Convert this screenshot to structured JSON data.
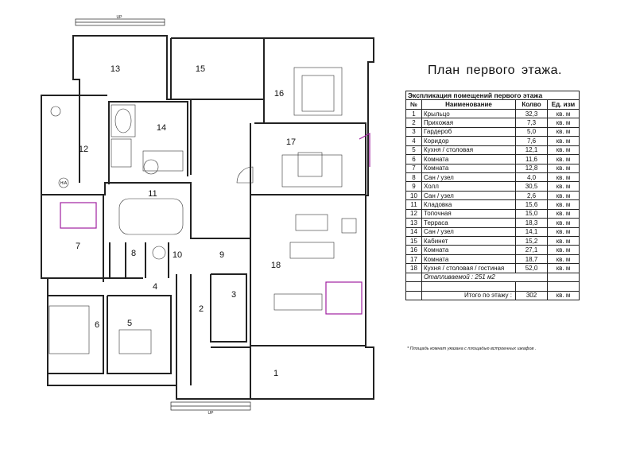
{
  "title": "План  первого  этажа.",
  "table": {
    "caption": "Экспликация помещений первого этажа",
    "headers": [
      "№",
      "Наименование",
      "Колво",
      "Ед. изм"
    ],
    "rows": [
      [
        "1",
        "Крыльцо",
        "32,3",
        "кв. м"
      ],
      [
        "2",
        "Прихожая",
        "7,3",
        "кв. м"
      ],
      [
        "3",
        "Гардероб",
        "5,0",
        "кв. м"
      ],
      [
        "4",
        "Коридор",
        "7,6",
        "кв. м"
      ],
      [
        "5",
        "Кухня / столовая",
        "12,1",
        "кв. м"
      ],
      [
        "6",
        "Комната",
        "11,6",
        "кв. м"
      ],
      [
        "7",
        "Комната",
        "12,8",
        "кв. м"
      ],
      [
        "8",
        "Сан / узел",
        "4,0",
        "кв. м"
      ],
      [
        "9",
        "Холл",
        "30,5",
        "кв. м"
      ],
      [
        "10",
        "Сан / узел",
        "2,6",
        "кв. м"
      ],
      [
        "11",
        "Кладовка",
        "15,6",
        "кв. м"
      ],
      [
        "12",
        "Топочная",
        "15,0",
        "кв. м"
      ],
      [
        "13",
        "Терраса",
        "18,3",
        "кв. м"
      ],
      [
        "14",
        "Сан / узел",
        "14,1",
        "кв. м"
      ],
      [
        "15",
        "Кабинет",
        "15,2",
        "кв. м"
      ],
      [
        "16",
        "Комната",
        "27,1",
        "кв. м"
      ],
      [
        "17",
        "Комната",
        "18,7",
        "кв. м"
      ],
      [
        "18",
        "Кухня / столовая / гостиная",
        "52,0",
        "кв. м"
      ]
    ],
    "heated": "Отапливаемой : 251 м2",
    "total_label": "Итого по этажу  :",
    "total_value": "302",
    "total_unit": "кв. м"
  },
  "footnote": "* Площадь комнат указана с площадью встроенных шкафов .",
  "plan": {
    "room_numbers": [
      "1",
      "2",
      "3",
      "4",
      "5",
      "6",
      "7",
      "8",
      "9",
      "10",
      "11",
      "12",
      "13",
      "14",
      "15",
      "16",
      "17",
      "18"
    ],
    "up_top": "UP",
    "up_bottom": "UP",
    "boiler_label": "H/A",
    "wall_color": "#222222",
    "accent_color": "#a020a0"
  }
}
